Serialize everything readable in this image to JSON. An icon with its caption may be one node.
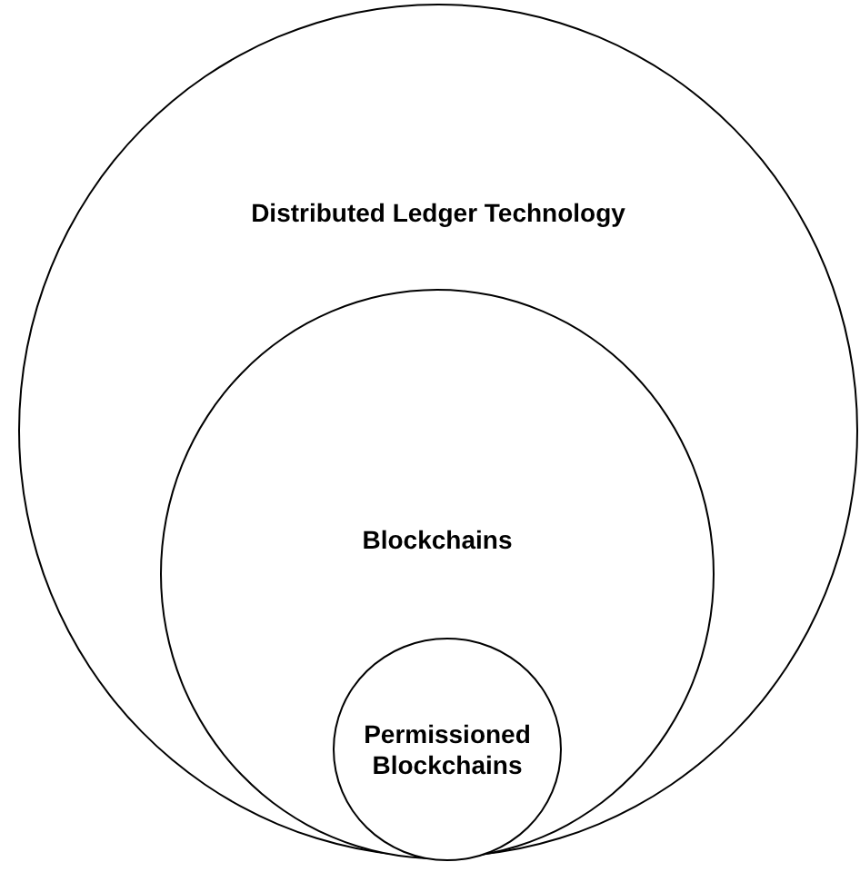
{
  "diagram": {
    "nodes": [
      {
        "text": [
          "Distributed Ledger Technology"
        ]
      },
      {
        "text": [
          "Blockchains"
        ],
        "in": 0
      },
      {
        "text": [
          "Permissioned Blockchains"
        ],
        "in": 1
      }
    ],
    "edges": []
  }
}
